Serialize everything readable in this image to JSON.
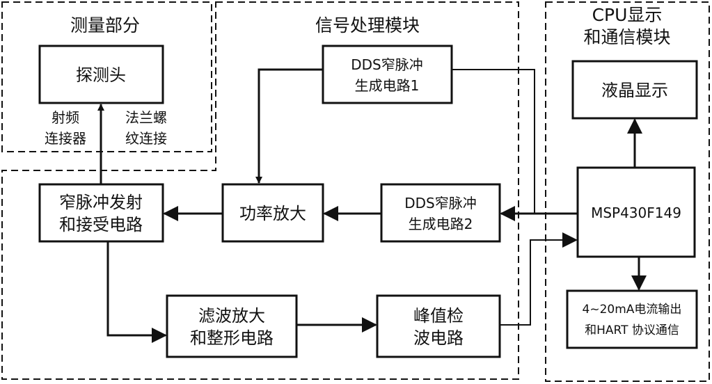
{
  "sections": {
    "measurement": "测量部分",
    "signal": "信号处理模块",
    "cpu_line1": "CPU显示",
    "cpu_line2": "和通信模块"
  },
  "blocks": {
    "probe": "探测头",
    "dds1_line1": "DDS窄脉冲",
    "dds1_line2": "生成电路1",
    "dds2_line1": "DDS窄脉冲",
    "dds2_line2": "生成电路2",
    "tx_rx_line1": "窄脉冲发射",
    "tx_rx_line2": "和接受电路",
    "power_amp": "功率放大",
    "filter_line1": "滤波放大",
    "filter_line2": "和整形电路",
    "peak_line1": "峰值检",
    "peak_line2": "波电路",
    "lcd": "液晶显示",
    "mcu": "MSP430F149",
    "comm_line1": "4~20mA电流输出",
    "comm_line2": "和HART 协议通信"
  },
  "annotations": {
    "rf_line1": "射频",
    "rf_line2": "连接器",
    "flange_line1": "法兰螺",
    "flange_line2": "纹连接"
  }
}
